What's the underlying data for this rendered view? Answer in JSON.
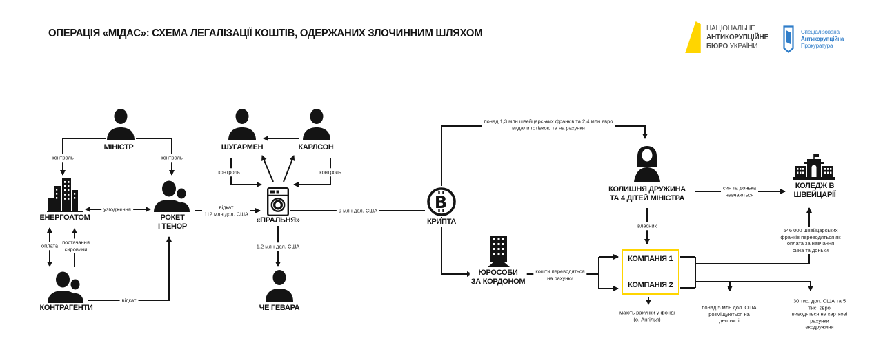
{
  "header": {
    "title": "ОПЕРАЦІЯ «МІДАС»: СХЕМА ЛЕГАЛІЗАЦІЇ КОШТІВ, ОДЕРЖАНИХ ЗЛОЧИННИМ ШЛЯХОМ",
    "nabu": {
      "line1": "НАЦІОНАЛЬНЕ",
      "line2": "АНТИКОРУПЦІЙНЕ",
      "line3_bold": "БЮРО",
      "line3_rest": " УКРАЇНИ"
    },
    "sap": {
      "line1": "Спеціалізована",
      "line2": "Антикорупційна",
      "line3": "Прокуратура"
    }
  },
  "nodes": {
    "minister": "МІНІСТР",
    "energoatom": "ЕНЕРГОАТОМ",
    "rocket": "РОКЕТ\nІ ТЕНОР",
    "kontragenty": "КОНТРАГЕНТИ",
    "shugarmen": "ШУГАРМЕН",
    "karlson": "КАРЛСОН",
    "pralnya": "«ПРАЛЬНЯ»",
    "che_gevara": "ЧЕ ГЕВАРА",
    "krypta": "КРИПТА",
    "yurosoby": "ЮРОСОБИ\nЗА КОРДОНОМ",
    "ex_wife": "КОЛИШНЯ ДРУЖИНА\nТА 4 ДІТЕЙ МІНІСТРА",
    "college": "КОЛЕДЖ В\nШВЕЙЦАРІЇ",
    "company1": "КОМПАНІЯ 1",
    "company2": "КОМПАНІЯ 2"
  },
  "edges": {
    "control_left": "контроль",
    "control_right": "контроль",
    "agreement": "узгодження",
    "payment": "оплата",
    "supply": "постачання\nсировини",
    "kickback": "відкат",
    "kickback_112": "відкат\n112 млн дол. США",
    "control_shugarmen": "контроль",
    "control_karlson": "контроль",
    "usd_9": "9 млн дол. США",
    "usd_1_2": "1.2 млн дол. США",
    "cash_route": "понад 1,3 млн швейцарських франків та 2,4 млн євро\nвидали готівкою та на рахунки",
    "study": "син та донька\nнавчаються",
    "owner": "власник",
    "transfer": "кошти переводяться\nна рахунки",
    "fund": "мають рахунки у фонді\n(о. Ангілья)",
    "deposit": "понад 5 млн дол. США\nрозміщуються на\nдепозиті",
    "cards": "30 тис. дол. США та 5 тис. євро\nвиводяться на карткові рахунки\nексдружини",
    "tuition": "546 000 швейцарських\nфранків переводяться як\nоплата за навчання\nсина та доньки"
  },
  "colors": {
    "accent_yellow": "#ffd500",
    "sap_blue": "#2f7dc9",
    "ink": "#141414"
  }
}
